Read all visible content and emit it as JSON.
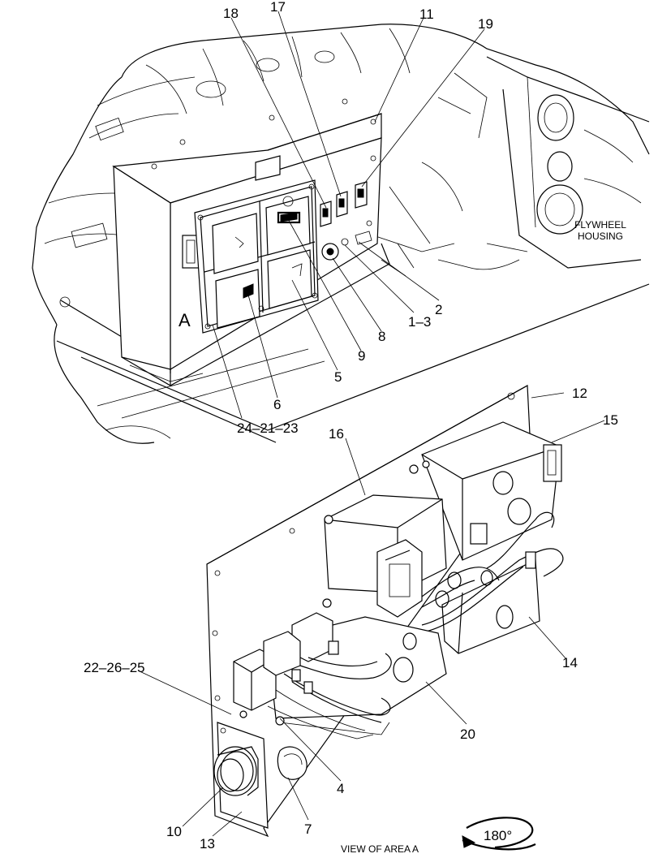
{
  "callouts": {
    "c18": "18",
    "c17": "17",
    "c11": "11",
    "c19": "19",
    "c2": "2",
    "c1_3": "1–3",
    "c8": "8",
    "c9": "9",
    "c5": "5",
    "c6": "6",
    "c24_21_23": "24–21–23",
    "c12": "12",
    "c15": "15",
    "c16": "16",
    "c14": "14",
    "c20": "20",
    "c22_26_25": "22–26–25",
    "c4": "4",
    "c7": "7",
    "c10": "10",
    "c13": "13"
  },
  "notes": {
    "flywheel_line1": "FLYWHEEL",
    "flywheel_line2": "HOUSING",
    "area_marker": "A",
    "view_of_area": "VIEW OF AREA  A",
    "rotation": "180°"
  }
}
